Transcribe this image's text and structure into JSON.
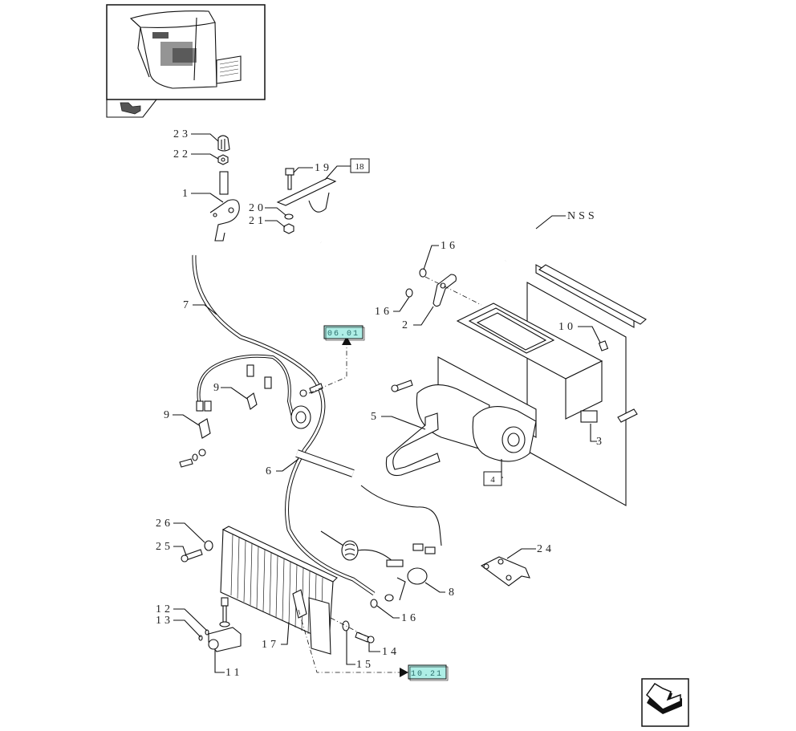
{
  "thumbnail": {
    "name": "cab-overview-thumbnail",
    "nav_icon": "back-arrow-icon"
  },
  "callouts": [
    {
      "id": "c23",
      "text": "23"
    },
    {
      "id": "c22",
      "text": "22"
    },
    {
      "id": "c1",
      "text": "1"
    },
    {
      "id": "c19",
      "text": "19"
    },
    {
      "id": "c18",
      "text": "18",
      "boxed": true
    },
    {
      "id": "c20",
      "text": "20"
    },
    {
      "id": "c21",
      "text": "21"
    },
    {
      "id": "cNSS",
      "text": "NSS"
    },
    {
      "id": "c16a",
      "text": "16"
    },
    {
      "id": "c16b",
      "text": "16"
    },
    {
      "id": "c2",
      "text": "2"
    },
    {
      "id": "c7",
      "text": "7"
    },
    {
      "id": "c10",
      "text": "10"
    },
    {
      "id": "c9a",
      "text": "9"
    },
    {
      "id": "c9b",
      "text": "9"
    },
    {
      "id": "c5",
      "text": "5"
    },
    {
      "id": "c3",
      "text": "3"
    },
    {
      "id": "c4",
      "text": "4",
      "boxed": true
    },
    {
      "id": "c6",
      "text": "6"
    },
    {
      "id": "c26",
      "text": "26"
    },
    {
      "id": "c25",
      "text": "25"
    },
    {
      "id": "c24",
      "text": "24"
    },
    {
      "id": "c8",
      "text": "8"
    },
    {
      "id": "c16c",
      "text": "16"
    },
    {
      "id": "c12",
      "text": "12"
    },
    {
      "id": "c13",
      "text": "13"
    },
    {
      "id": "c17",
      "text": "17"
    },
    {
      "id": "c14",
      "text": "14"
    },
    {
      "id": "c15",
      "text": "15"
    },
    {
      "id": "c11",
      "text": "11"
    }
  ],
  "references": [
    {
      "id": "ref-top",
      "text": "06.01"
    },
    {
      "id": "ref-bottom",
      "text": "10.21"
    }
  ],
  "colors": {
    "ref_fill": "#aeeee6",
    "line": "#111111"
  },
  "nav": {
    "next_page_icon": "next-page-arrow-icon"
  }
}
